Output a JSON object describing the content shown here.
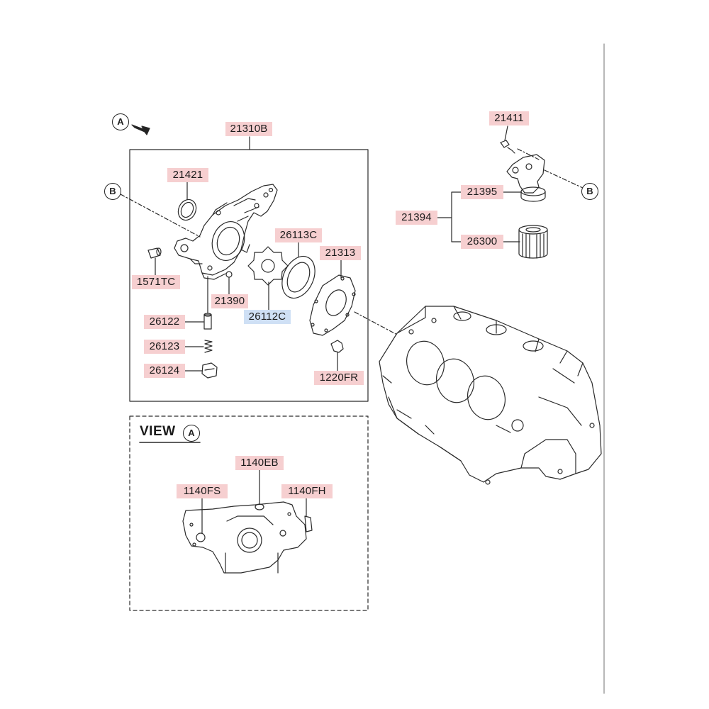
{
  "colors": {
    "label_highlight": "#f6cfd0",
    "label_selected": "#cfe0f5",
    "line": "#2a2a2a"
  },
  "callouts": {
    "view_ref": "A",
    "ref_b": "B"
  },
  "view": {
    "title": "VIEW"
  },
  "parts": {
    "p21310B": "21310B",
    "p21421": "21421",
    "p1571TC": "1571TC",
    "p21390": "21390",
    "p26113C": "26113C",
    "p21313": "21313",
    "p26112C": "26112C",
    "p26122": "26122",
    "p26123": "26123",
    "p26124": "26124",
    "p1220FR": "1220FR",
    "p21411": "21411",
    "p21395": "21395",
    "p21394": "21394",
    "p26300": "26300",
    "p1140EB": "1140EB",
    "p1140FS": "1140FS",
    "p1140FH": "1140FH"
  },
  "icons": [
    "view-arrow-icon",
    "oil-pump-cover",
    "oil-filter",
    "filter-adapter",
    "engine-block"
  ]
}
